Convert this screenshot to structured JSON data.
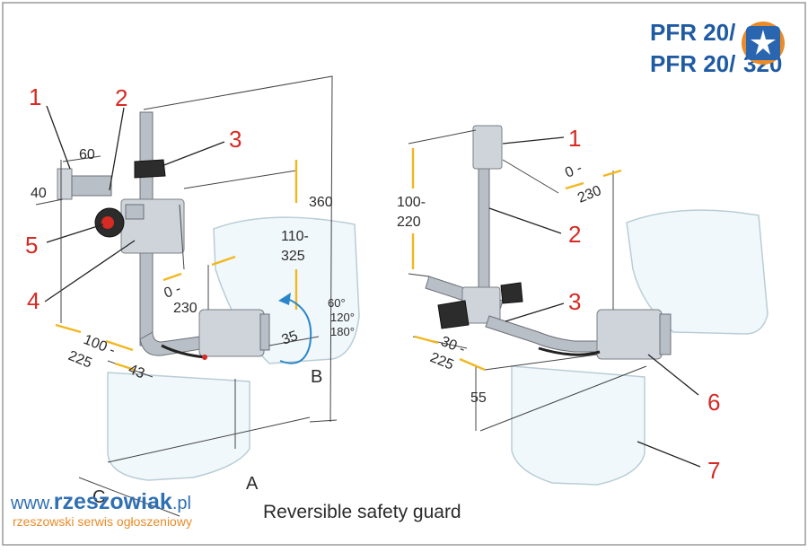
{
  "header": {
    "model_line1": "PFR 20/",
    "model_line2": "PFR 20/",
    "model_suffix2": "320"
  },
  "left_view": {
    "callouts": [
      "1",
      "2",
      "3",
      "4",
      "5"
    ],
    "dimensions": {
      "d60": "60",
      "d40": "40",
      "d360": "360",
      "d110": "110-",
      "d325": "325",
      "d0": "0 -",
      "d230": "230",
      "d100": "100 -",
      "d225": "225",
      "d43": "43",
      "d35": "35",
      "a60": "60°",
      "a120": "120°",
      "a180": "180°",
      "lblA": "A",
      "lblB": "B",
      "lblC": "C"
    }
  },
  "right_view": {
    "callouts": [
      "1",
      "2",
      "3",
      "6",
      "7"
    ],
    "dimensions": {
      "d100": "100-",
      "d220": "220",
      "d0": "0 -",
      "d230": "230",
      "d30": "30 -",
      "d225": "225",
      "d55": "55"
    }
  },
  "caption": "Reversible safety guard",
  "watermark": {
    "www": "www.",
    "brand": "rzeszowiak",
    "tld": ".pl",
    "tagline": "rzeszowski serwis ogłoszeniowy"
  },
  "colors": {
    "callout_red": "#d62a24",
    "dimension_yellow": "#f2b71e",
    "title_blue": "#1f5aa3",
    "watermark_orange": "#e98b2a",
    "rotation_blue": "#2a86c8"
  }
}
